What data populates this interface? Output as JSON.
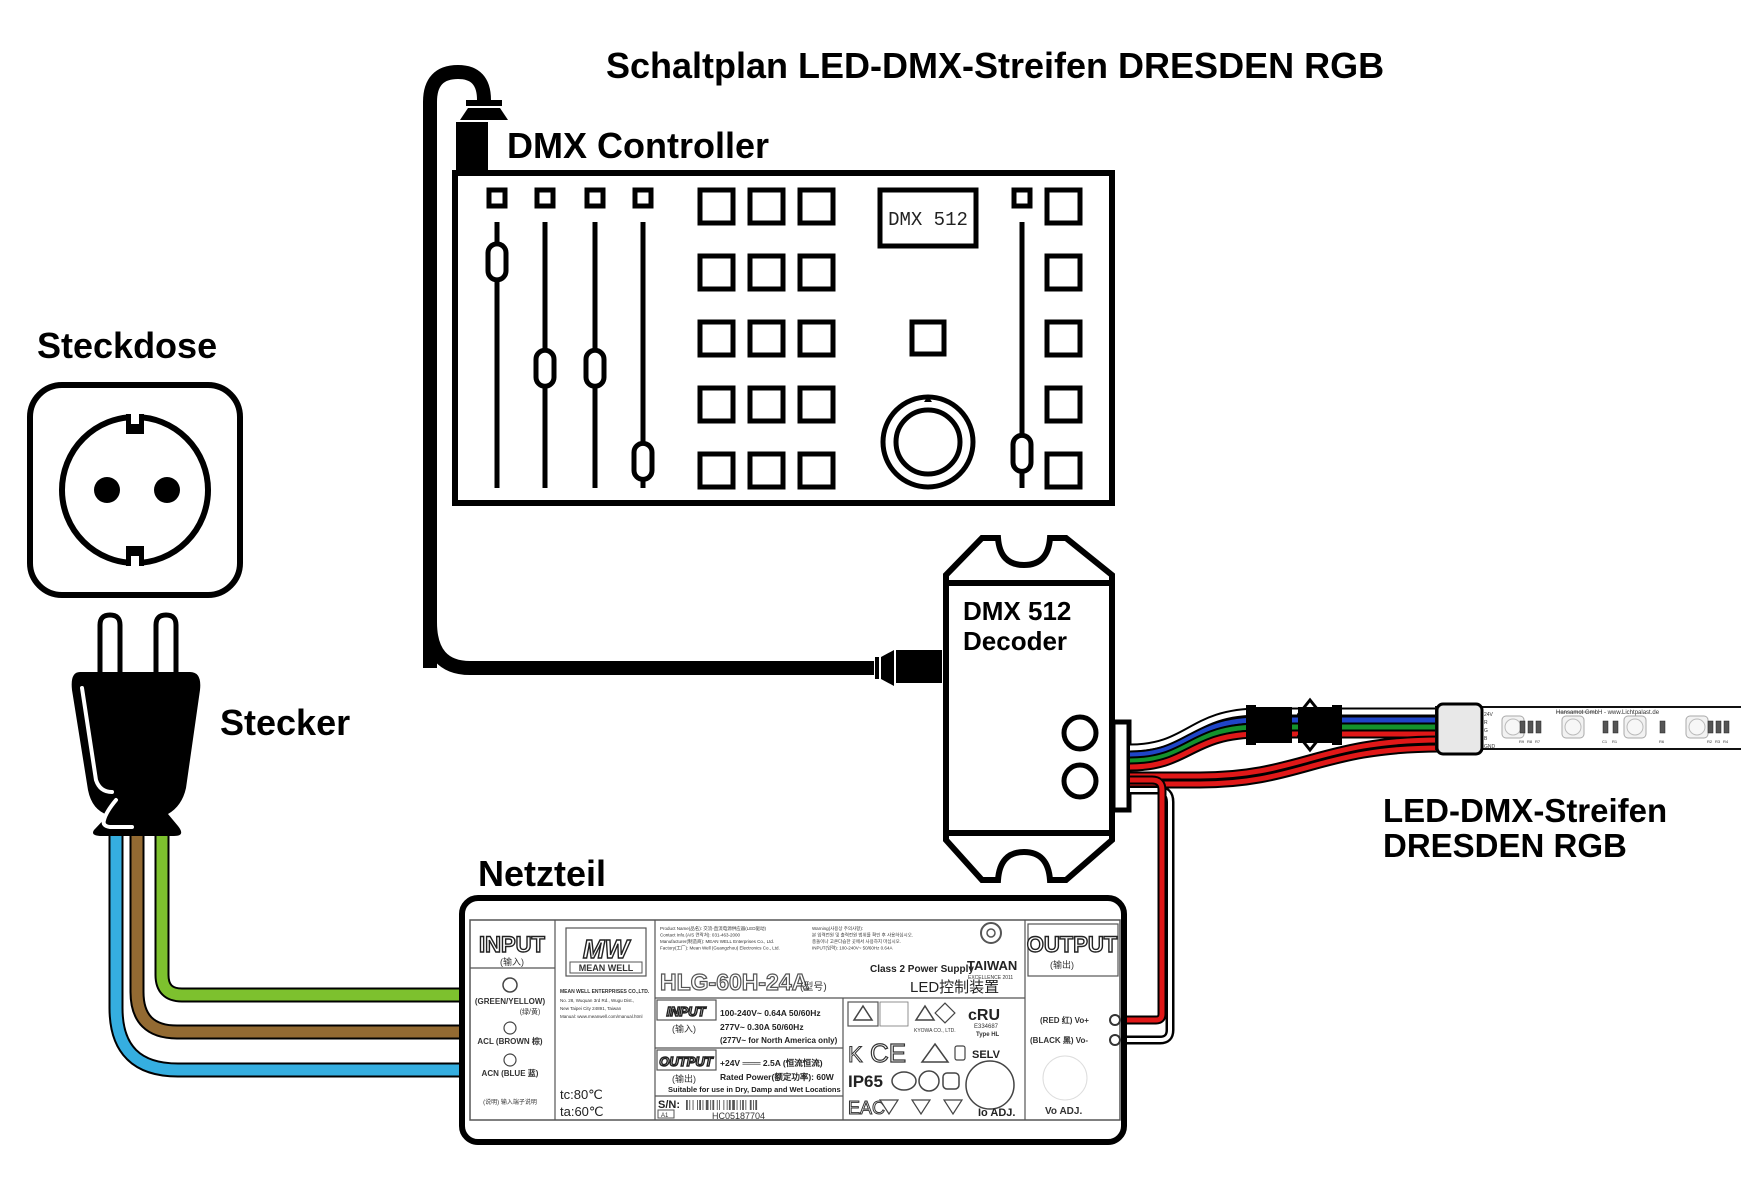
{
  "title": "Schaltplan LED-DMX-Streifen DRESDEN  RGB",
  "labels": {
    "controller": "DMX Controller",
    "outlet": "Steckdose",
    "plug": "Stecker",
    "decoder_line1": "DMX 512",
    "decoder_line2": "Decoder",
    "psu": "Netzteil",
    "strip_line1": "LED-DMX-Streifen",
    "strip_line2": "DRESDEN  RGB"
  },
  "controller": {
    "display_text": "DMX 512",
    "fader_levels": [
      0.15,
      0.55,
      0.55,
      0.9
    ],
    "right_fader_level": 0.9,
    "button_grid_rows": 5,
    "button_grid_cols": 3,
    "right_buttons": 5
  },
  "colors": {
    "mains_ground": "#7dc12e",
    "mains_live": "#936a32",
    "mains_neutral": "#35aee0",
    "rgb_blue": "#1f45c8",
    "rgb_green": "#14922c",
    "rgb_red": "#e01818",
    "dc_positive": "#e01818",
    "dc_negative": "#000000",
    "ink": "#000000"
  },
  "psu_label": {
    "input_title": "INPUT",
    "input_sub": "(输入)",
    "brand": "MEAN WELL",
    "brand_logo": "MW",
    "company": "MEAN WELL ENTERPRISES CO.,LTD.",
    "address1": "No. 28, Wuquan 3rd Rd., Wugu Dist.,",
    "address2": "New Taipei City 24891, Taiwan",
    "manual": "Manual: www.meanwell.com/manual.html",
    "wire_ground": "(GREEN/YELLOW)",
    "wire_ground_sub": "(绿/黄)",
    "wire_acl": "ACL (BROWN 棕)",
    "wire_acn": "ACN (BLUE 蓝)",
    "wire_note": "(说明) 输入端子说明",
    "tc": "tc:80℃",
    "ta": "ta:60℃",
    "product_lines": [
      "Product Name(品名): 交流-直流电源供应器(LED驱动)",
      "Contact Info.(A/S 연락처): 031-463-2000",
      "Manufacturer(制造商): MEAN WELL Enterprises Co., Ltd.",
      "Factory(工厂): Mean Well (Guangzhou) Electronics Co., Ltd."
    ],
    "warning_lines": [
      "Warning(사용상 주의사항):",
      "본 입력전원 및 출력전원 범위를 확인 후 사용하십시오.",
      "충돌이나 고온다습한 곳에서 사용하지 마십시오.",
      "INPUT(입력): 100-240V~ 50/60Hz 0.64A"
    ],
    "model": "HLG-60H-24A",
    "model_sub": "(型号)",
    "class2": "Class 2 Power Supply",
    "taiwan": "TAIWAN",
    "taiwan_sub": "EXCELLENCE 2011",
    "led_ctrl": "LED控制装置",
    "input_box": "INPUT",
    "input_box_sub": "(输入)",
    "input_spec1": "100-240V~  0.64A   50/60Hz",
    "input_spec2": "277V~     0.30A   50/60Hz",
    "input_spec3": "(277V~ for North America only)",
    "output_box": "OUTPUT",
    "output_box_sub": "(输出)",
    "output_spec1": "+24V  ═══  2.5A  (恒流恒流)",
    "output_spec2": "Rated Power(额定功率): 60W",
    "suitable": "Suitable for use in Dry, Damp and Wet Locations",
    "sn_label": "S/N:",
    "sn_tag": "A1",
    "serial": "HC05187704",
    "ul_file": "E334687",
    "ul_type": "Type HL",
    "kyowa": "KYOWA CO., LTD.",
    "selv": "SELV",
    "ip": "IP65",
    "io_adj": "Io ADJ.",
    "output_title": "OUTPUT",
    "output_sub": "(输出)",
    "vo_pos": "(RED 红) Vo+",
    "vo_neg": "(BLACK 黑) Vo-",
    "vo_adj": "Vo ADJ."
  },
  "strip": {
    "header_text": "Hansamot GmbH - www.Lichtpalast.de",
    "pad_labels": [
      "24V",
      "R",
      "G",
      "B",
      "GND"
    ],
    "component_labels": [
      "R9",
      "R8",
      "R7",
      "C1",
      "R1",
      "R6",
      "R2",
      "R3",
      "R4"
    ]
  }
}
